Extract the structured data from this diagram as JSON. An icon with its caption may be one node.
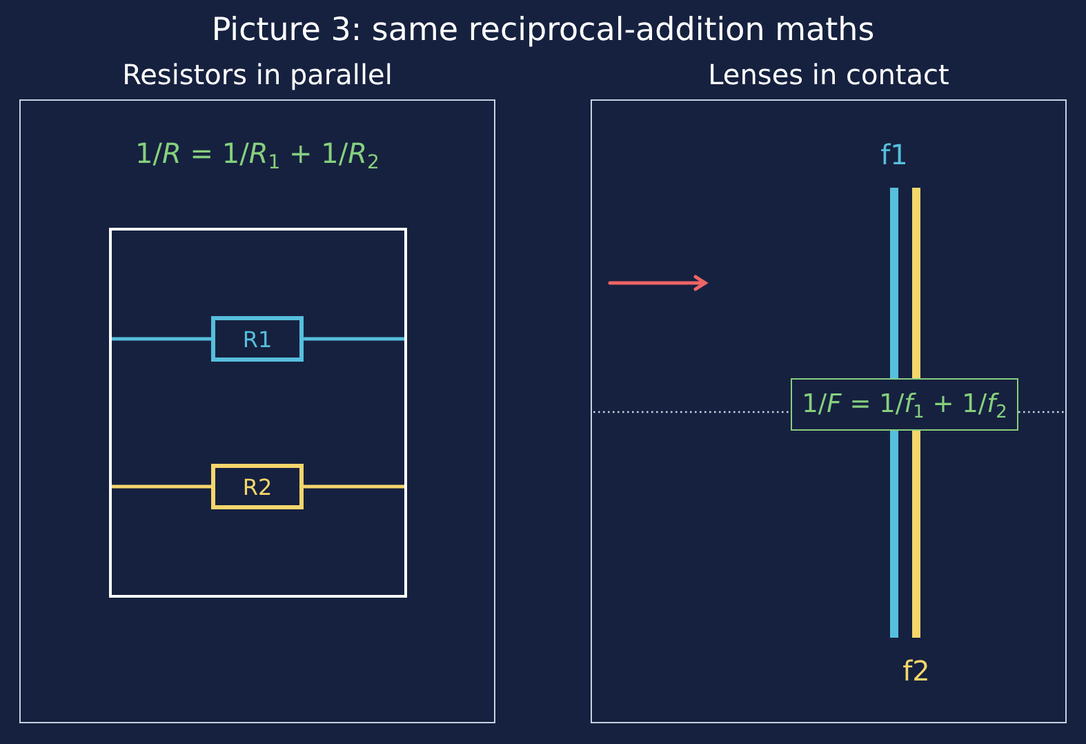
{
  "diagram": {
    "title": "Picture 3: same reciprocal-addition maths",
    "nodes": [
      {
        "text": [
          "Resistors in parallel",
          "1/*R* = 1/*R*$_{1}$ + 1/*R*$_{2}$"
        ]
      },
      {
        "text": [],
        "shape": "box",
        "in": 0
      },
      {
        "text": [
          "R1"
        ],
        "in": 1
      },
      {
        "text": [
          "R2"
        ],
        "in": 1
      },
      {
        "text": [
          "Lenses in contact"
        ]
      },
      {
        "text": [],
        "shape": "bar",
        "in": 4,
        "beside": [
          "f1"
        ]
      },
      {
        "text": [],
        "shape": "bar",
        "in": 4,
        "beside": [
          "f2"
        ]
      },
      {
        "text": [
          "1/*F* = 1/*f*$_{1}$ + 1/*f*$_{2}$"
        ],
        "in": 4
      }
    ],
    "edges": [
      {
        "from": 1,
        "to": 2,
        "arrow": "none",
        "color": "#56bfdc"
      },
      {
        "from": 2,
        "to": 1,
        "arrow": "none",
        "color": "#56bfdc"
      },
      {
        "from": 1,
        "to": 3,
        "arrow": "none",
        "color": "#f5d66c"
      },
      {
        "from": 3,
        "to": 1,
        "arrow": "none",
        "color": "#f5d66c"
      }
    ]
  }
}
